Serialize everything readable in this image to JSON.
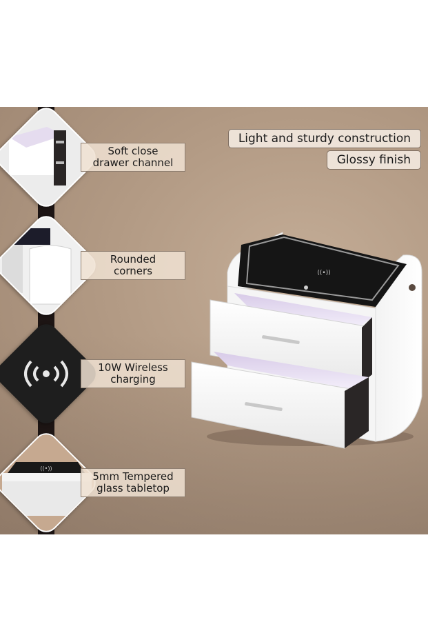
{
  "header_badges": {
    "construction": "Light and sturdy construction",
    "finish": "Glossy finish"
  },
  "features": [
    {
      "line1": "Soft close",
      "line2": "drawer channel",
      "icon": "drawer-channel-icon"
    },
    {
      "line1": "Rounded",
      "line2": "corners",
      "icon": "rounded-corner-icon"
    },
    {
      "line1": "10W Wireless",
      "line2": "charging",
      "icon": "wireless-charging-icon"
    },
    {
      "line1": "5mm Tempered",
      "line2": "glass tabletop",
      "icon": "glass-tabletop-icon"
    }
  ],
  "colors": {
    "background": "#b29a84",
    "pole": "#1d1514",
    "label_bg": "#f0e2d2",
    "cabinet": "#ffffff",
    "glass": "#1a1a1a"
  }
}
